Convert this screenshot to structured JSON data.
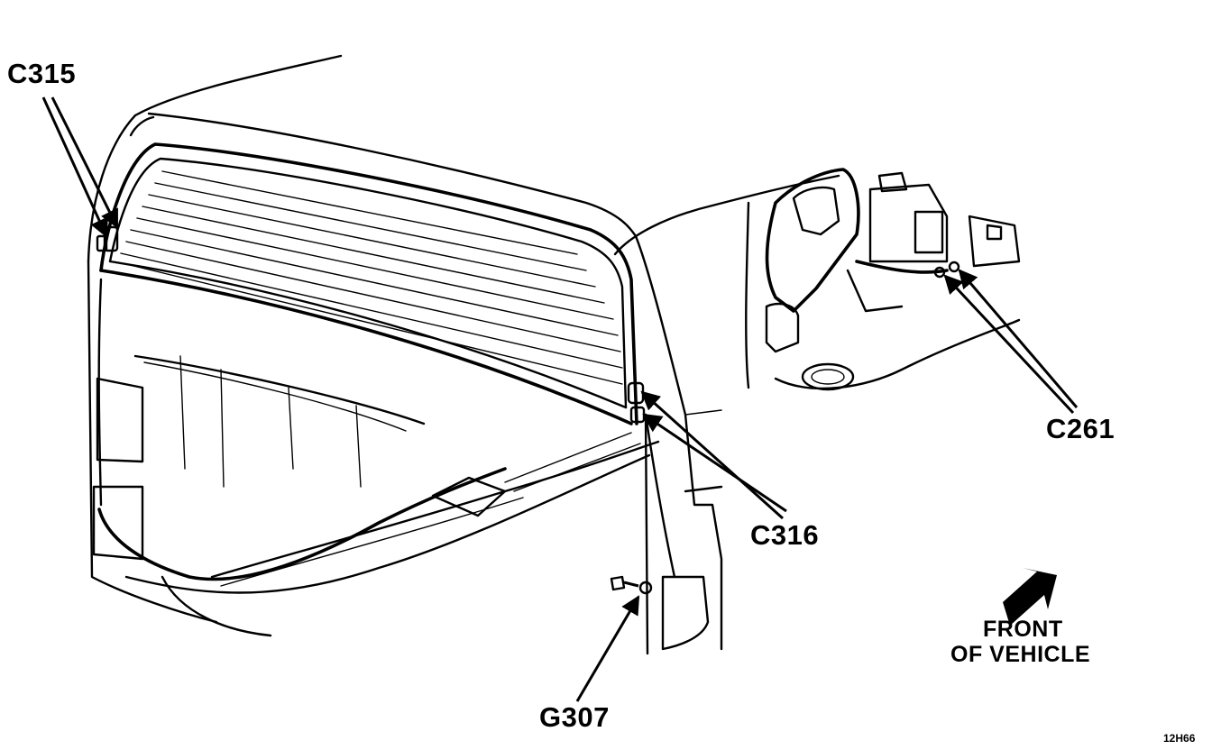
{
  "labels": {
    "c315": "C315",
    "c316": "C316",
    "c261": "C261",
    "g307": "G307",
    "front_line1": "FRONT",
    "front_line2": "OF VEHICLE",
    "figure_code": "12H66"
  },
  "colors": {
    "ink": "#000000",
    "paper": "#ffffff"
  },
  "icons": {
    "front_arrow": "arrow-up-right-icon"
  }
}
